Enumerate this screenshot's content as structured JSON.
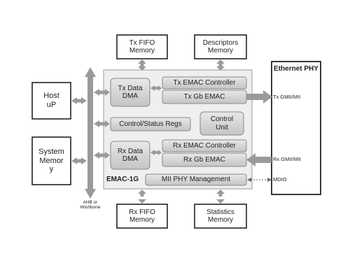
{
  "blocks": {
    "tx_fifo": "Tx FIFO\nMemory",
    "descriptors": "Descriptors\nMemory",
    "host": "Host\nuP",
    "system_memory": "System\nMemor\ny",
    "tx_data_dma": "Tx Data\nDMA",
    "tx_emac_controller": "Tx EMAC Controller",
    "tx_gb_emac": "Tx Gb EMAC",
    "control_status_regs": "Control/Status Regs",
    "control_unit": "Control\nUnit",
    "rx_data_dma": "Rx Data\nDMA",
    "rx_emac_controller": "Rx EMAC Controller",
    "rx_gb_emac": "Rx Gb EMAC",
    "mii_phy_management": "MII PHY Management",
    "emac_title": "EMAC-1G",
    "rx_fifo": "Rx FIFO\nMemory",
    "statistics": "Statistics\nMemory",
    "ethernet_phy": "Ethernet PHY"
  },
  "labels": {
    "bus": "AHB or\nWishbone",
    "tx_gmii": "Tx GMII/MII",
    "rx_gmii": "Rx GMII/MII",
    "mdio": "MDIO"
  },
  "colors": {
    "box_fill": "#ffffff",
    "box_stroke": "#222222",
    "inner_fill": "#d6d6d6",
    "inner_stroke": "#8a8a8a",
    "emac_fill": "#efefef",
    "arrow": "#9a9a9a"
  }
}
